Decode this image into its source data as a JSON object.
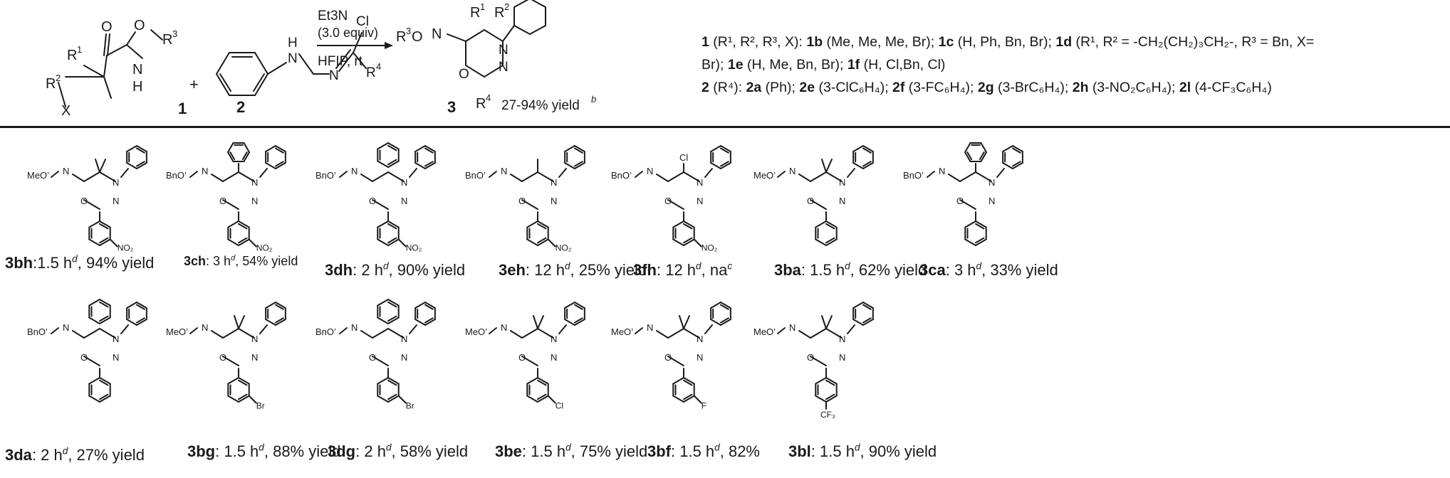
{
  "reaction": {
    "reagent1": "Et3N",
    "reagent2": "(3.0 equiv)",
    "solvent": "HFIP, rt",
    "product_label": "3",
    "yield_range": "27-94% yield",
    "yield_note": "b",
    "reactant1_label": "1",
    "reactant2_label": "2",
    "plus": "+"
  },
  "legend": {
    "line1": [
      {
        "b": "1"
      },
      {
        "t": " (R¹, R², R³, X): "
      },
      {
        "b": "1b"
      },
      {
        "t": " (Me, Me, Me, Br); "
      },
      {
        "b": "1c"
      },
      {
        "t": " (H, Ph, Bn, Br); "
      },
      {
        "b": "1d"
      },
      {
        "t": " (R¹, R² = -CH₂(CH₂)₃CH₂-, R³ = Bn, X="
      }
    ],
    "line2": [
      {
        "t": "Br); "
      },
      {
        "b": "1e"
      },
      {
        "t": " (H, Me, Bn, Br); "
      },
      {
        "b": "1f"
      },
      {
        "t": " (H, Cl,Bn, Cl)"
      }
    ],
    "line3": [
      {
        "b": "2"
      },
      {
        "t": " (R⁴): "
      },
      {
        "b": "2a"
      },
      {
        "t": " (Ph); "
      },
      {
        "b": "2e"
      },
      {
        "t": " (3-ClC₆H₄); "
      },
      {
        "b": "2f"
      },
      {
        "t": " (3-FC₆H₄); "
      },
      {
        "b": "2g"
      },
      {
        "t": " (3-BrC₆H₄); "
      },
      {
        "b": "2h"
      },
      {
        "t": " (3-NO₂C₆H₄); "
      },
      {
        "b": "2l"
      },
      {
        "t": " (4-CF₃C₆H₄)"
      }
    ]
  },
  "compounds": [
    {
      "id": "3bh",
      "sep": ":1.5 h",
      "sup": "d",
      "rest": ", 94% yield",
      "oxime": "MeO",
      "sub": "NO2",
      "c5": "Me2"
    },
    {
      "id": "3ch",
      "sep": ": 3 h",
      "sup": "d",
      "rest": ", 54% yield",
      "oxime": "BnO",
      "sub": "NO2",
      "c5": "Ph"
    },
    {
      "id": "3dh",
      "sep": ": 2 h",
      "sup": "d",
      "rest": ", 90% yield",
      "oxime": "BnO",
      "sub": "NO2",
      "c5": "cyclohexyl"
    },
    {
      "id": "3eh",
      "sep": ": 12 h",
      "sup": "d",
      "rest": ", 25% yield",
      "oxime": "BnO",
      "sub": "NO2",
      "c5": "Me"
    },
    {
      "id": "3fh",
      "sep": ": 12 h",
      "sup": "d",
      "rest": ", na",
      "sup2": "c",
      "oxime": "BnO",
      "sub": "NO2",
      "c5": "Cl"
    },
    {
      "id": "3ba",
      "sep": ": 1.5 h",
      "sup": "d",
      "rest": ", 62% yield",
      "oxime": "MeO",
      "sub": "",
      "c5": "Me2"
    },
    {
      "id": "3ca",
      "sep": ": 3 h",
      "sup": "d",
      "rest": ", 33% yield",
      "oxime": "BnO",
      "sub": "",
      "c5": "Ph"
    },
    {
      "id": "3da",
      "sep": ": 2 h",
      "sup": "d",
      "rest": ", 27% yield",
      "oxime": "BnO",
      "sub": "",
      "c5": "cyclohexyl"
    },
    {
      "id": "3bg",
      "sep": ": 1.5 h",
      "sup": "d",
      "rest": ", 88% yield",
      "oxime": "MeO",
      "sub": "Br",
      "c5": "Me2"
    },
    {
      "id": "3dg",
      "sep": ": 2 h",
      "sup": "d",
      "rest": ", 58% yield",
      "oxime": "BnO",
      "sub": "Br",
      "c5": "cyclohexyl"
    },
    {
      "id": "3be",
      "sep": ": 1.5 h",
      "sup": "d",
      "rest": ", 75% yield",
      "oxime": "MeO",
      "sub": "Cl",
      "c5": "Me2"
    },
    {
      "id": "3bf",
      "sep": ": 1.5 h",
      "sup": "d",
      "rest": ", 82%",
      "oxime": "MeO",
      "sub": "F",
      "c5": "Me2"
    },
    {
      "id": "3bl",
      "sep": ": 1.5 h",
      "sup": "d",
      "rest": ", 90% yield",
      "oxime": "MeO",
      "sub": "CF3",
      "c5": "Me2"
    }
  ]
}
